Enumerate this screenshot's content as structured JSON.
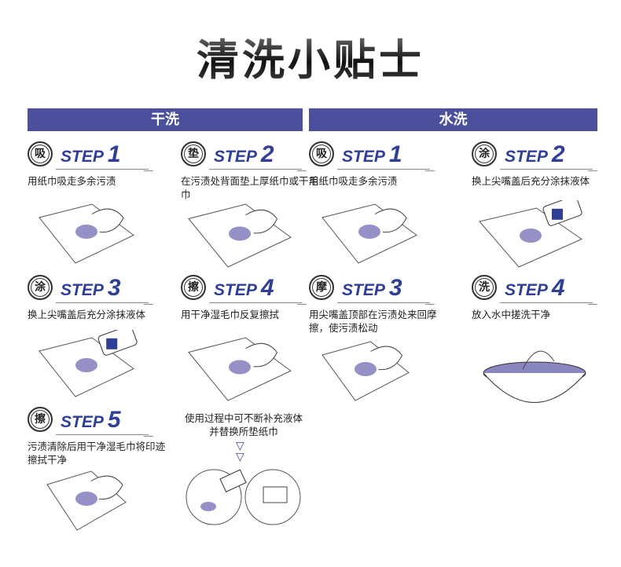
{
  "title": "清洗小贴士",
  "sections": {
    "dry": "干洗",
    "wet": "水洗"
  },
  "step_word": "STEP",
  "dry_steps": [
    {
      "badge": "吸",
      "num": "1",
      "desc": "用纸巾吸走多余污渍"
    },
    {
      "badge": "垫",
      "num": "2",
      "desc": "在污渍处背面垫上厚纸巾或干毛巾"
    },
    {
      "badge": "涂",
      "num": "3",
      "desc": "换上尖嘴盖后充分涂抹液体"
    },
    {
      "badge": "擦",
      "num": "4",
      "desc": "用干净湿毛巾反复擦拭"
    },
    {
      "badge": "擦",
      "num": "5",
      "desc": "污渍清除后用干净湿毛巾将印迹擦拭干净"
    }
  ],
  "wet_steps": [
    {
      "badge": "吸",
      "num": "1",
      "desc": "用纸巾吸走多余污渍"
    },
    {
      "badge": "涂",
      "num": "2",
      "desc": "换上尖嘴盖后充分涂抹液体"
    },
    {
      "badge": "摩",
      "num": "3",
      "desc": "用尖嘴盖顶部在污渍处来回摩擦，使污渍松动"
    },
    {
      "badge": "洗",
      "num": "4",
      "desc": "放入水中搓洗干净"
    }
  ],
  "note": "使用过程中可不断补充液体并替换所垫纸巾",
  "colors": {
    "header": "#4b4f9c",
    "step": "#2f3f96"
  }
}
